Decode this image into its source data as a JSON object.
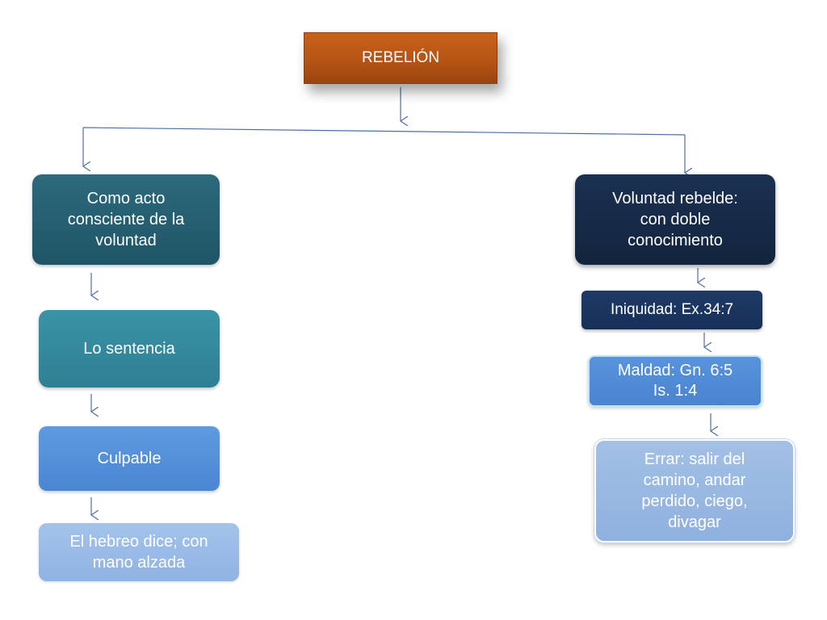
{
  "diagram": {
    "root": {
      "label": "REBELIÓN"
    },
    "left_branch": {
      "node1": {
        "lines": [
          "Como acto",
          "consciente de la",
          "voluntad"
        ]
      },
      "node2": {
        "label": "Lo sentencia"
      },
      "node3": {
        "label": "Culpable"
      },
      "node4": {
        "lines": [
          "El hebreo dice; con",
          "mano alzada"
        ]
      }
    },
    "right_branch": {
      "node1": {
        "lines": [
          "Voluntad rebelde:",
          "con doble",
          "conocimiento"
        ]
      },
      "node2": {
        "label": "Iniquidad: Ex.34:7"
      },
      "node3": {
        "lines": [
          "Maldad: Gn. 6:5",
          "Is. 1:4"
        ]
      },
      "node4": {
        "lines": [
          "Errar: salir del",
          "camino, andar",
          "perdido, ciego,",
          "divagar"
        ]
      }
    },
    "colors": {
      "root": "#b65414",
      "left_1": "#1f5566",
      "left_2": "#2e7f92",
      "left_3": "#4a86d2",
      "left_4": "#90b3e2",
      "right_1": "#12243d",
      "right_2": "#163058",
      "right_3": "#4a84d0",
      "right_4": "#8fb1de",
      "connector": "#4a6fa5"
    }
  }
}
